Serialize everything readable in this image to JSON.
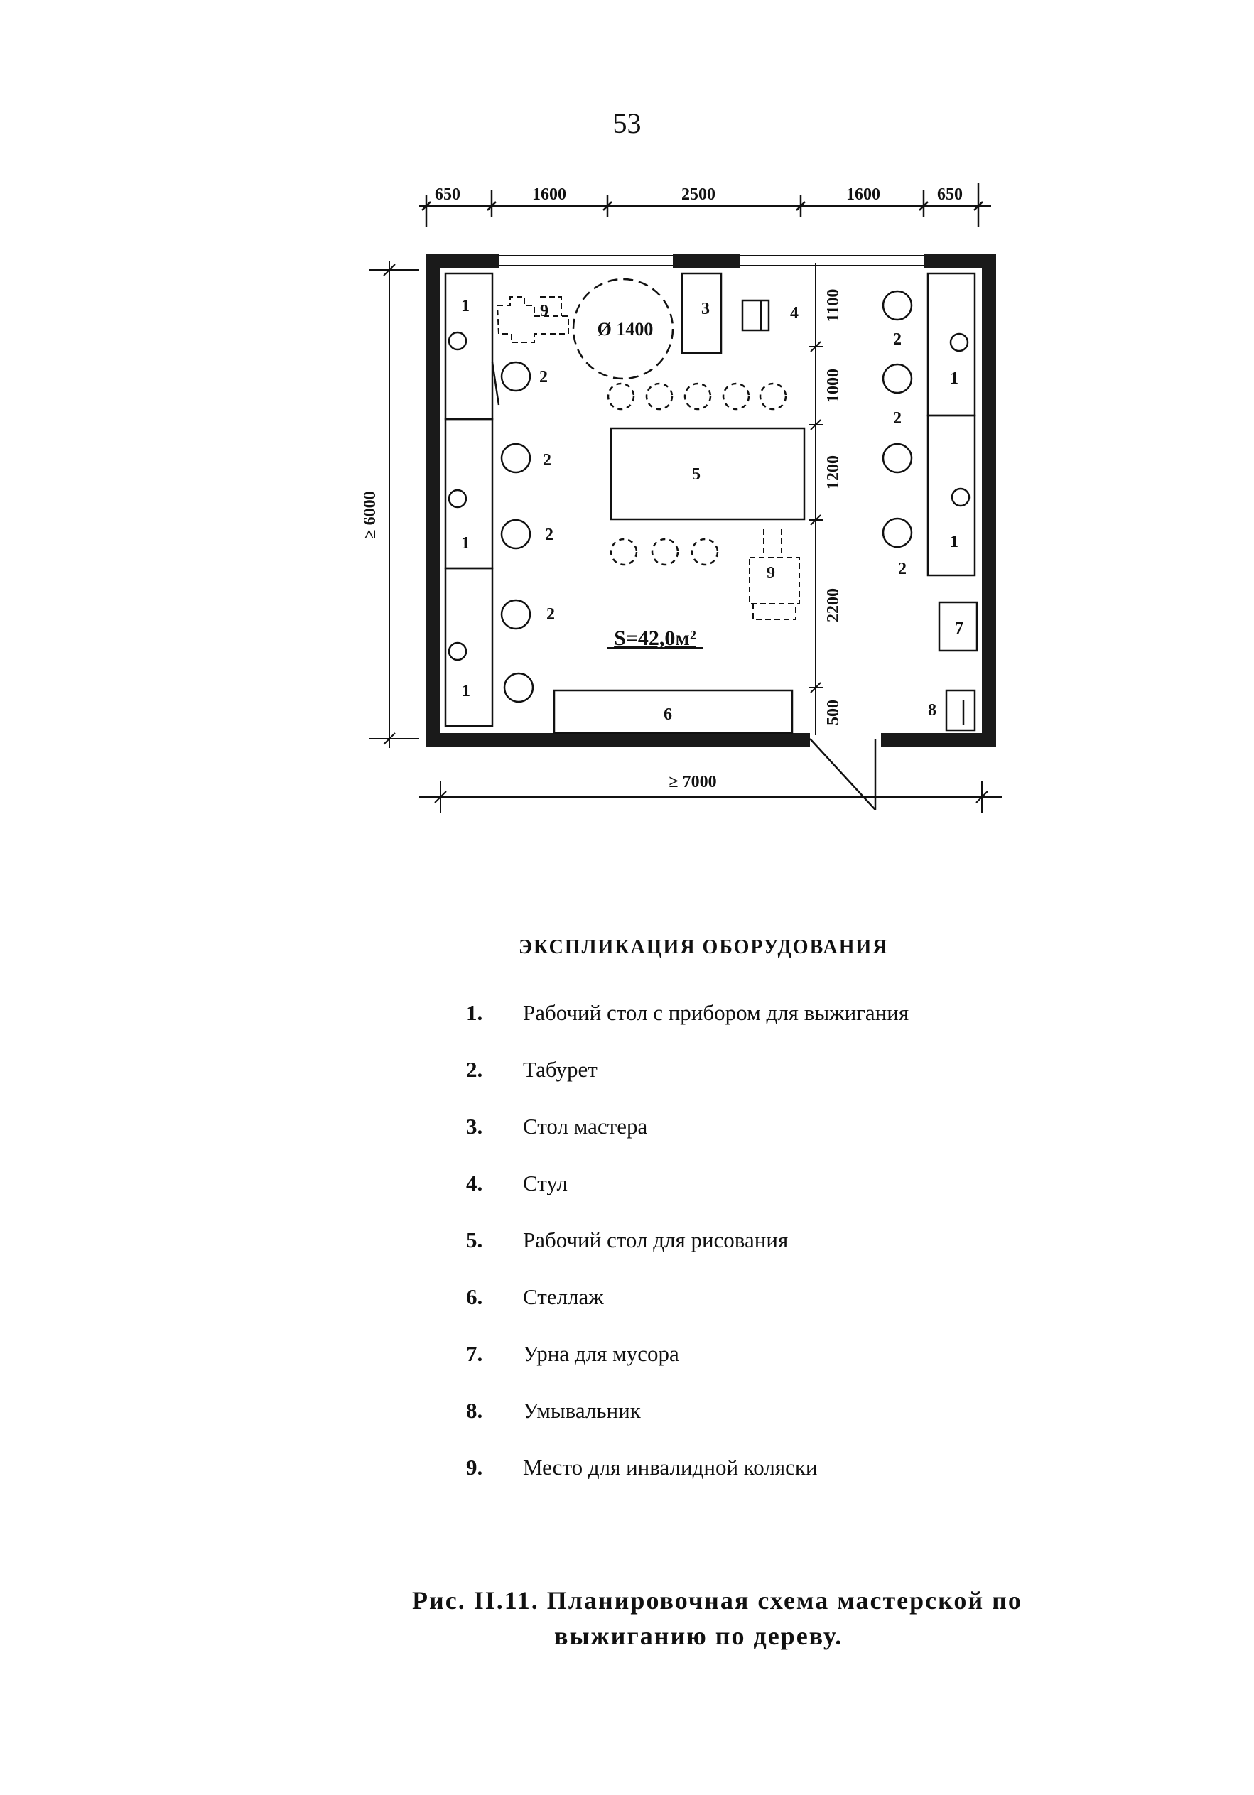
{
  "page_number": "53",
  "plan": {
    "dims_top": [
      "650",
      "1600",
      "2500",
      "1600",
      "650"
    ],
    "dim_left": "≥ 6000",
    "dim_bottom": "≥ 7000",
    "dims_right": [
      "1100",
      "1000",
      "1200",
      "2200",
      "500"
    ],
    "circle_label": "Ø 1400",
    "area": "S=42,0м²",
    "labels": {
      "workbench": "1",
      "stool": "2",
      "master_table": "3",
      "chair": "4",
      "drawing_table": "5",
      "rack": "6",
      "bin": "7",
      "sink": "8",
      "wheelchair": "9"
    }
  },
  "legend_title": "ЭКСПЛИКАЦИЯ ОБОРУДОВАНИЯ",
  "legend": [
    {
      "num": "1.",
      "text": "Рабочий стол с прибором для выжигания"
    },
    {
      "num": "2.",
      "text": "Табурет"
    },
    {
      "num": "3.",
      "text": "Стол мастера"
    },
    {
      "num": "4.",
      "text": "Стул"
    },
    {
      "num": "5.",
      "text": "Рабочий стол для рисования"
    },
    {
      "num": "6.",
      "text": "Стеллаж"
    },
    {
      "num": "7.",
      "text": "Урна для мусора"
    },
    {
      "num": "8.",
      "text": "Умывальник"
    },
    {
      "num": "9.",
      "text": "Место для инвалидной коляски"
    }
  ],
  "caption": {
    "line1": "Рис. II.11. Планировочная схема мастерской по",
    "line2": "выжиганию по дереву."
  }
}
